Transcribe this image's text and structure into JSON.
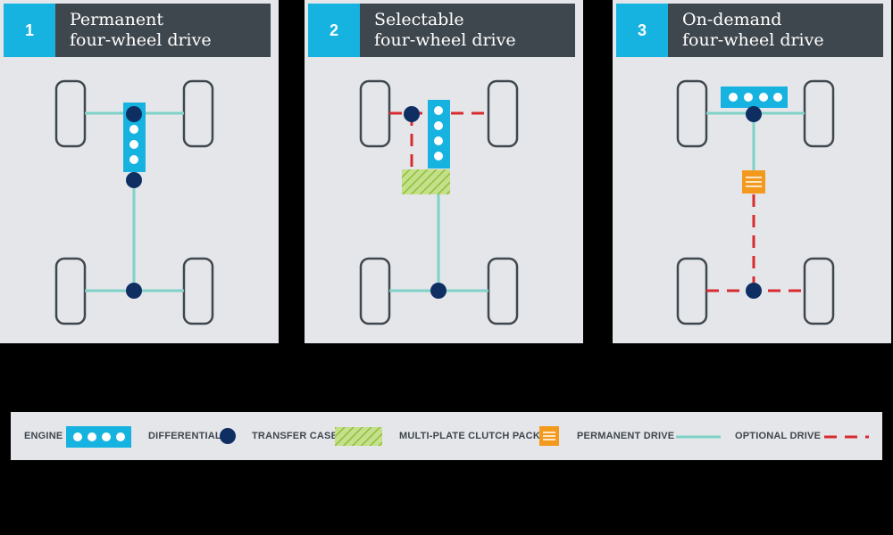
{
  "panels": [
    {
      "num": "1",
      "title_line1": "Permanent",
      "title_line2": "four-wheel drive"
    },
    {
      "num": "2",
      "title_line1": "Selectable",
      "title_line2": "four-wheel drive"
    },
    {
      "num": "3",
      "title_line1": "On-demand",
      "title_line2": "four-wheel drive"
    }
  ],
  "legend": {
    "engine": "ENGINE",
    "differential": "DIFFERENTIAL",
    "transfer_case": "TRANSFER CASE",
    "clutch_pack": "MULTI-PLATE CLUTCH PACK",
    "permanent_drive": "PERMANENT DRIVE",
    "optional_drive": "OPTIONAL DRIVE"
  },
  "colors": {
    "engine": "#16b2e0",
    "differential": "#0f2f63",
    "transfer_case": "#a9cf52",
    "clutch_pack": "#f39a1e",
    "permanent_drive": "#7fd2c7",
    "optional_drive": "#d92b2f",
    "header_dark": "#3f474e",
    "panel_bg": "#e4e6ea"
  }
}
